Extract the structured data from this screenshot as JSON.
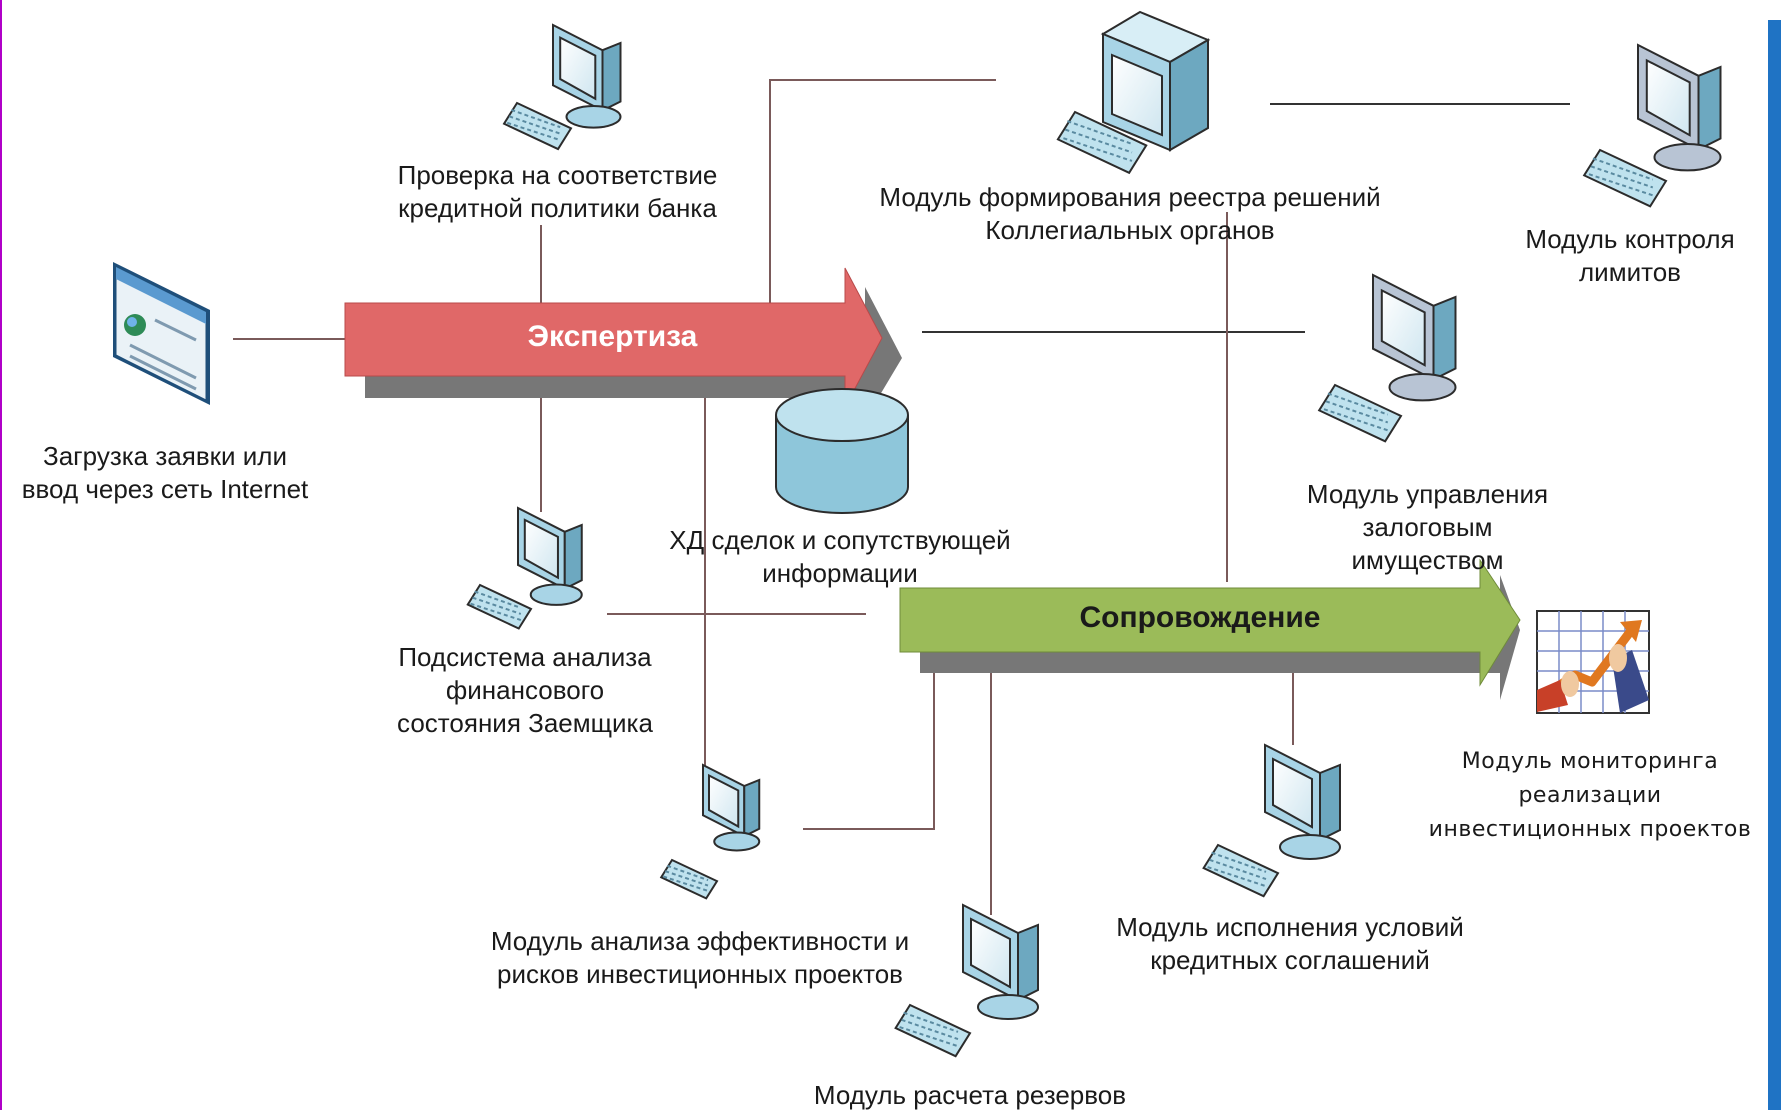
{
  "arrows": {
    "expertise": {
      "label": "Экспертиза",
      "color": "#e06868",
      "text_color": "#ffffff"
    },
    "support": {
      "label": "Сопровождение",
      "color": "#9bbb59",
      "text_color": "#1a1a1a"
    }
  },
  "nodes": {
    "internet": {
      "label_l1": "Загрузка заявки или",
      "label_l2": "ввод через сеть Internet"
    },
    "policy": {
      "label_l1": "Проверка на соответствие",
      "label_l2": "кредитной политики банка"
    },
    "registry": {
      "label_l1": "Модуль формирования реестра решений",
      "label_l2": "Коллегиальных органов"
    },
    "limits": {
      "label_l1": "Модуль контроля",
      "label_l2": "лимитов"
    },
    "collateral": {
      "label_l1": "Модуль управления",
      "label_l2": "залоговым",
      "label_l3": "имуществом"
    },
    "datastore": {
      "label_l1": "ХД сделок и сопутствующей",
      "label_l2": "информации"
    },
    "financial": {
      "label_l1": "Подсистема анализа",
      "label_l2": "финансового",
      "label_l3": "состояния Заемщика"
    },
    "monitoring": {
      "label_l1": "Модуль мониторинга",
      "label_l2": "реализации",
      "label_l3": "инвестиционных проектов"
    },
    "efficiency": {
      "label_l1": "Модуль анализа эффективности и",
      "label_l2": "рисков  инвестиционных проектов"
    },
    "conditions": {
      "label_l1": "Модуль исполнения условий",
      "label_l2": "кредитных соглашений"
    },
    "reserves": {
      "label_l1": "Модуль расчета резервов"
    }
  },
  "colors": {
    "connector": "#7a5a5a",
    "monitor_blue": "#a8d4e6",
    "monitor_gray": "#b8c4d4"
  }
}
